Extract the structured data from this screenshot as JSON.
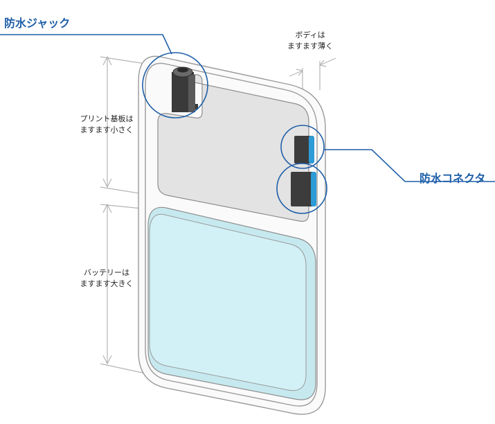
{
  "callouts": {
    "jack": "防水ジャック",
    "connector": "防水コネクタ"
  },
  "annotations": {
    "body_line1": "ボディは",
    "body_line2": "ますます薄く",
    "board_line1": "プリント基板は",
    "board_line2": "ますます小さく",
    "battery_line1": "バッテリーは",
    "battery_line2": "ますます大きく"
  },
  "colors": {
    "callout_blue": "#1f5fa8",
    "connector_blue": "#2d9bd6",
    "board_gray": "#e3e3e3",
    "battery_cyan": "#d2f1f6",
    "outline_gray": "#9a9a9a",
    "dimension_gray": "#b5b5b5"
  }
}
